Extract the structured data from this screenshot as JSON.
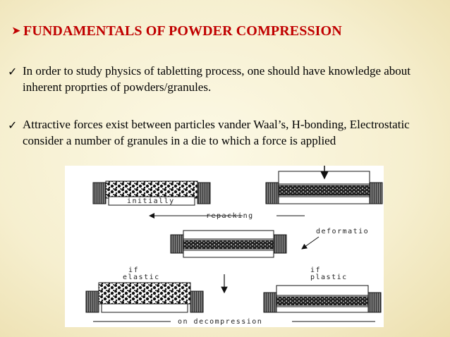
{
  "slide": {
    "title": "FUNDAMENTALS OF POWDER COMPRESSION",
    "bullets": [
      {
        "text": "In order to study physics of tabletting process, one should have knowledge about inherent proprties of powders/granules."
      },
      {
        "text": "Attractive forces exist between particles vander Waal’s, H-bonding, Electrostatic consider a number of granules in a die to which a force is applied"
      }
    ]
  },
  "diagram": {
    "labels": {
      "initially": "initially",
      "repacking": "repacking",
      "deformation": "deformatio",
      "if_elastic_1": "if",
      "if_elastic_2": "elastic",
      "if_plastic_1": "if",
      "if_plastic_2": "plastic",
      "decompression": "on decompression"
    }
  }
}
